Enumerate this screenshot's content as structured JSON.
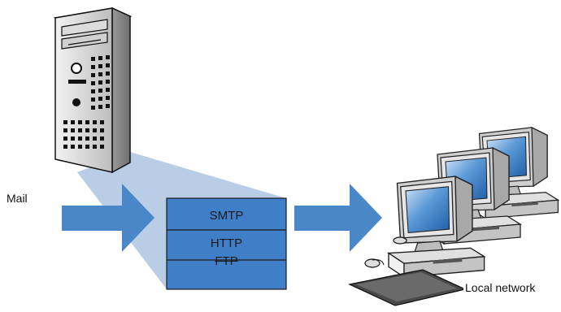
{
  "labels": {
    "mail": "Mail",
    "local_network": "Local network"
  },
  "protocols": [
    "SMTP",
    "HTTP",
    "FTP"
  ],
  "colors": {
    "flow_arrow": "#4a87c9",
    "protocol_box": "#3f7fc7",
    "projection": "#b9cde6",
    "server_body": "#d9d9d9",
    "monitor_screen": "#4f8fd0"
  },
  "icons": {
    "server": "server-tower-icon",
    "network": "computer-workstations-icon"
  }
}
